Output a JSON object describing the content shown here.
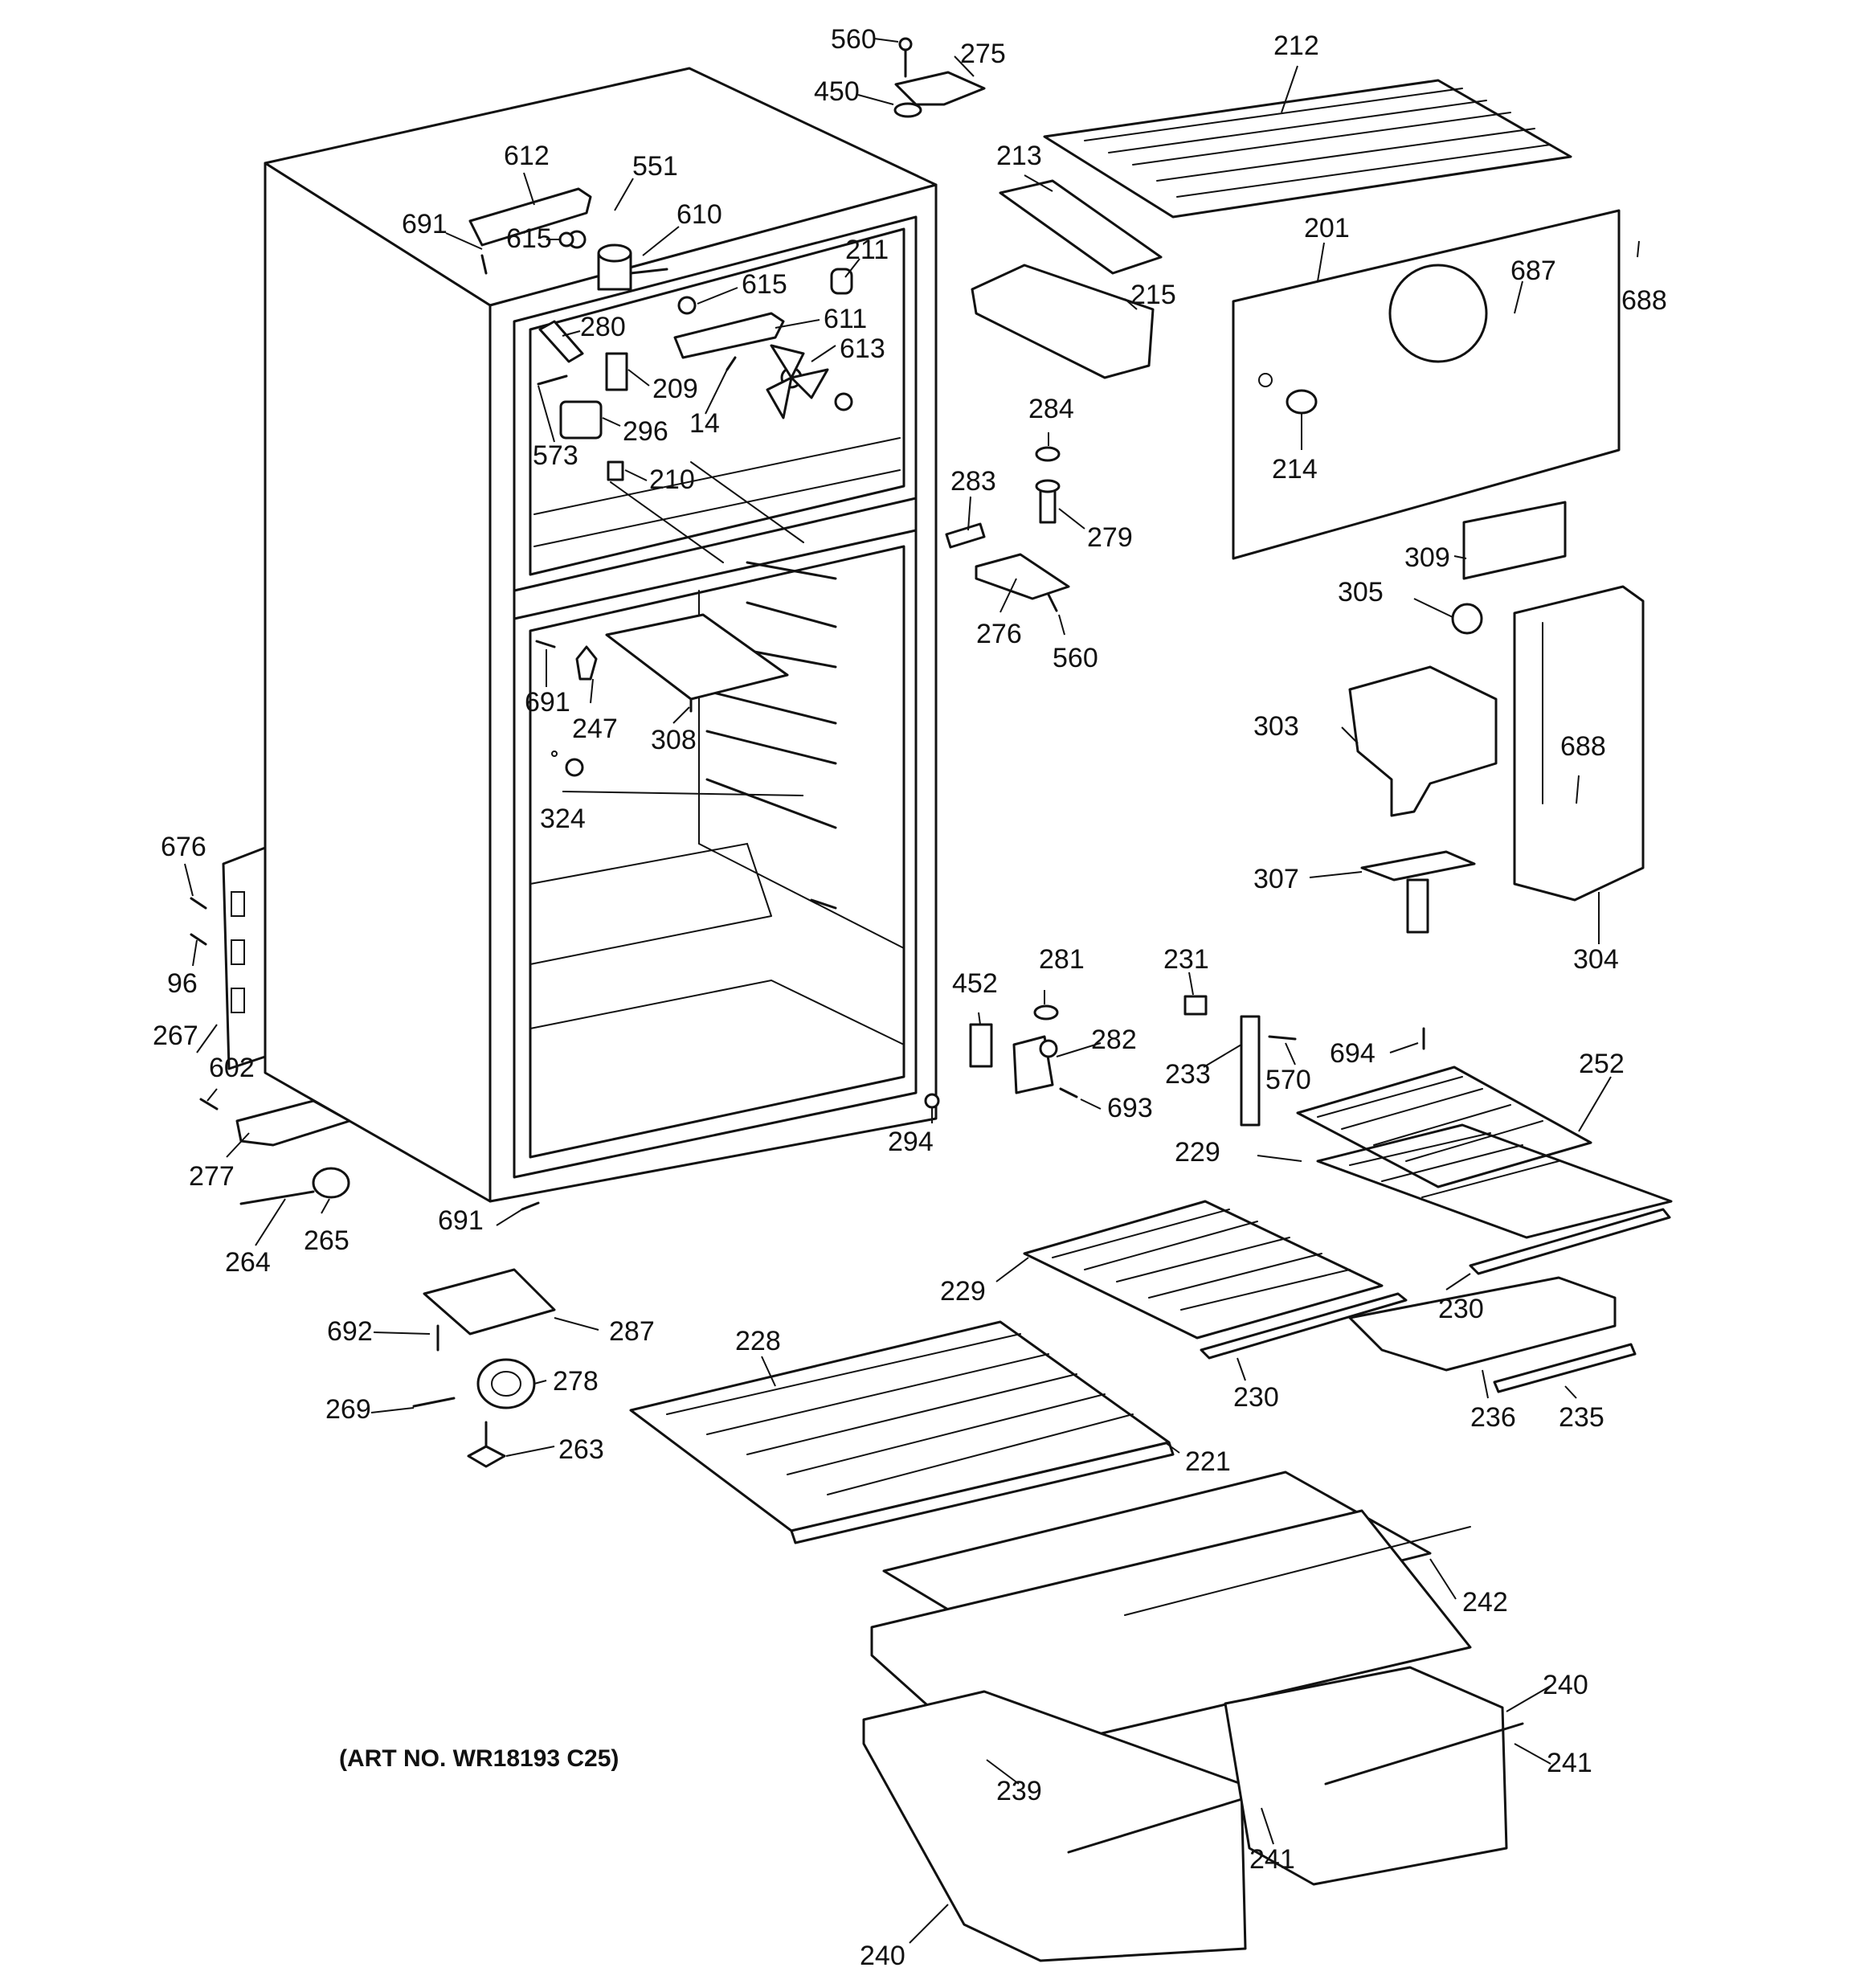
{
  "art_number": "(ART NO. WR18193 C25)",
  "parts": {
    "p560a": "560",
    "p275": "275",
    "p450": "450",
    "p212": "212",
    "p612": "612",
    "p551": "551",
    "p691a": "691",
    "p615a": "615",
    "p610": "610",
    "p213": "213",
    "p211": "211",
    "p615b": "615",
    "p611": "611",
    "p215": "215",
    "p201": "201",
    "p687": "687",
    "p688a": "688",
    "p280": "280",
    "p209": "209",
    "p613": "613",
    "p14": "14",
    "p296": "296",
    "p573": "573",
    "p284": "284",
    "p214": "214",
    "p210": "210",
    "p283": "283",
    "p279": "279",
    "p309": "309",
    "p305": "305",
    "p276": "276",
    "p560b": "560",
    "p691b": "691",
    "p247": "247",
    "p308": "308",
    "p303": "303",
    "p688b": "688",
    "p324": "324",
    "p676": "676",
    "p307": "307",
    "p96": "96",
    "p304": "304",
    "p452": "452",
    "p281": "281",
    "p231": "231",
    "p282": "282",
    "p694": "694",
    "p267": "267",
    "p233": "233",
    "p570": "570",
    "p252": "252",
    "p602": "602",
    "p693": "693",
    "p294": "294",
    "p277": "277",
    "p229a": "229",
    "p691c": "691",
    "p264": "264",
    "p265": "265",
    "p229b": "229",
    "p230a": "230",
    "p692": "692",
    "p287": "287",
    "p228": "228",
    "p278": "278",
    "p230b": "230",
    "p269": "269",
    "p236": "236",
    "p235": "235",
    "p263": "263",
    "p221": "221",
    "p242": "242",
    "p240a": "240",
    "p239": "239",
    "p241a": "241",
    "p241b": "241",
    "p240b": "240"
  }
}
